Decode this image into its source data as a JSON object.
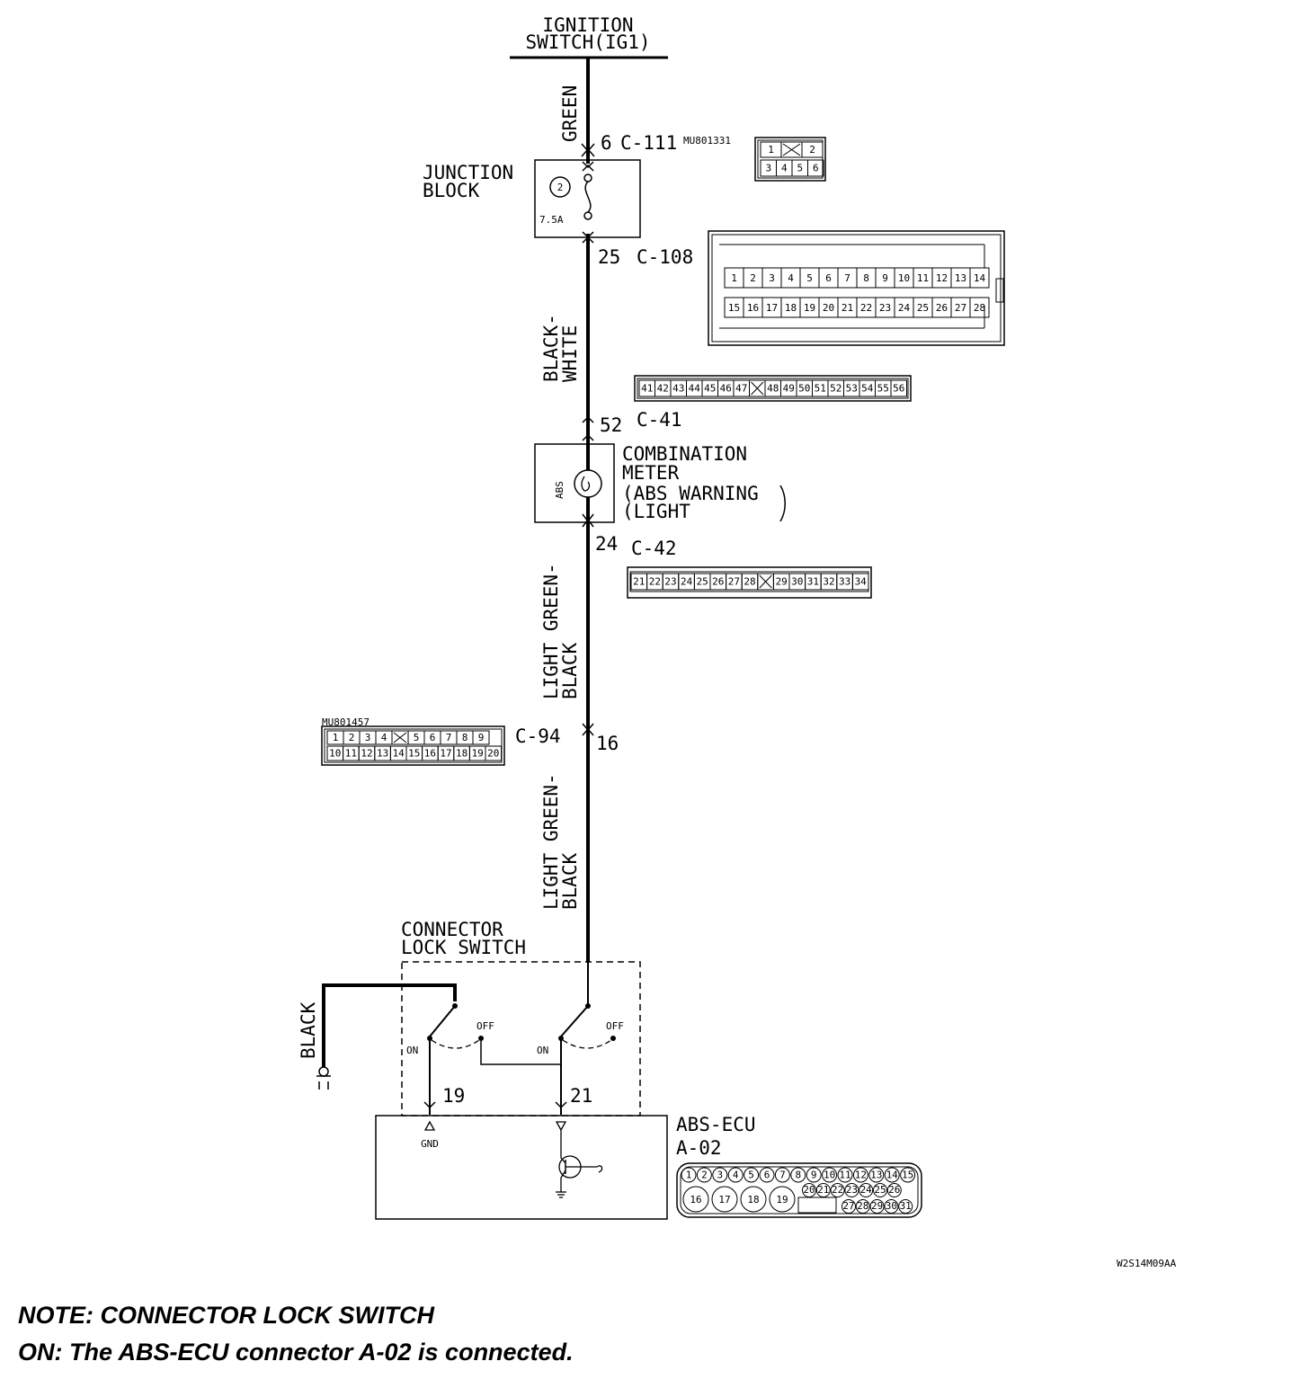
{
  "ignition": {
    "line1": "IGNITION",
    "line2": "SWITCH(IG1)"
  },
  "wires": {
    "w1": "GREEN",
    "w2a": "BLACK-",
    "w2b": "WHITE",
    "w3a": "LIGHT GREEN-",
    "w3b": "BLACK",
    "w4a": "LIGHT GREEN-",
    "w4b": "BLACK",
    "ground": "BLACK"
  },
  "junction_block": {
    "line1": "JUNCTION",
    "line2": "BLOCK",
    "fuse_no": "2",
    "fuse_rating": "7.5A"
  },
  "connectors": {
    "c111": {
      "pin": "6",
      "name": "C-111",
      "part": "MU801331",
      "pins_top": [
        "1",
        "",
        "2"
      ],
      "pins_bottom": [
        "3",
        "4",
        "5",
        "6"
      ]
    },
    "c108": {
      "pin": "25",
      "name": "C-108",
      "row1": [
        "1",
        "2",
        "3",
        "4",
        "5",
        "6",
        "7",
        "8",
        "9",
        "10",
        "11",
        "12",
        "13",
        "14"
      ],
      "row2": [
        "15",
        "16",
        "17",
        "18",
        "19",
        "20",
        "21",
        "22",
        "23",
        "24",
        "25",
        "26",
        "27",
        "28"
      ]
    },
    "c41": {
      "pin": "52",
      "name": "C-41",
      "pins": [
        "41",
        "42",
        "43",
        "44",
        "45",
        "46",
        "47",
        "",
        "48",
        "49",
        "50",
        "51",
        "52",
        "53",
        "54",
        "55",
        "56"
      ]
    },
    "c42": {
      "pin": "24",
      "name": "C-42",
      "pins": [
        "21",
        "22",
        "23",
        "24",
        "25",
        "26",
        "27",
        "28",
        "",
        "29",
        "30",
        "31",
        "32",
        "33",
        "34"
      ]
    },
    "c94": {
      "pin": "16",
      "name": "C-94",
      "part": "MU801457",
      "row1": [
        "1",
        "2",
        "3",
        "4",
        "",
        "5",
        "6",
        "7",
        "8",
        "9"
      ],
      "row2": [
        "10",
        "11",
        "12",
        "13",
        "14",
        "15",
        "16",
        "17",
        "18",
        "19",
        "20"
      ]
    },
    "a02": {
      "row1": [
        "1",
        "2",
        "3",
        "4",
        "5",
        "6",
        "7",
        "8",
        "9",
        "10",
        "11",
        "12",
        "13",
        "14",
        "15"
      ],
      "big": [
        "16",
        "17",
        "18",
        "19"
      ],
      "row2": [
        "20",
        "21",
        "22",
        "23",
        "24",
        "25",
        "26"
      ],
      "row3": [
        "27",
        "28",
        "29",
        "30",
        "31"
      ]
    }
  },
  "combination_meter": {
    "line1": "COMBINATION",
    "line2": "METER",
    "line3": "(ABS WARNING",
    "line4": "(LIGHT",
    "lamp_label": "ABS"
  },
  "lock_switch": {
    "line1": "CONNECTOR",
    "line2": "LOCK SWITCH",
    "on": "ON",
    "off": "OFF",
    "pin_left": "19",
    "pin_right": "21"
  },
  "ecu": {
    "line1": "ABS-ECU",
    "line2": "A-02",
    "gnd": "GND"
  },
  "figure_code": "W2S14M09AA",
  "note": {
    "line1": "NOTE: CONNECTOR LOCK SWITCH",
    "line2": "ON: The ABS-ECU connector A-02 is connected."
  }
}
